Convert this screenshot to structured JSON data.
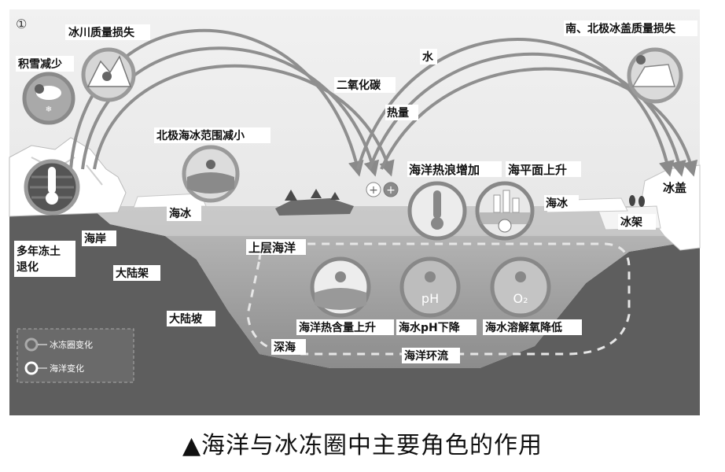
{
  "figure_number": "①",
  "caption": "▲海洋与冰冻圈中主要角色的作用",
  "labels": {
    "snow_decrease": "积雪减少",
    "glacier_mass_loss": "冰川质量损失",
    "arctic_sea_ice_shrink": "北极海冰范围减小",
    "polar_ice_sheet_loss": "南、北极冰盖质量损失",
    "water": "水",
    "co2": "二氧化碳",
    "heat": "热量",
    "marine_heatwave": "海洋热浪增加",
    "sea_level_rise": "海平面上升",
    "sea_ice_left": "海冰",
    "sea_ice_right": "海冰",
    "ice_sheet": "冰盖",
    "ice_shelf": "冰架",
    "permafrost_line1": "多年冻土",
    "permafrost_line2": "退化",
    "coast": "海岸",
    "continental_shelf": "大陆架",
    "upper_ocean": "上层海洋",
    "continental_slope": "大陆坡",
    "deep_sea": "深海",
    "ocean_heat_content": "海洋热含量上升",
    "ph_decrease": "海水pH下降",
    "dissolved_oxygen": "海水溶解氧降低",
    "ocean_circulation": "海洋环流",
    "ph_symbol": "pH",
    "o2_symbol": "O₂"
  },
  "legend": {
    "cryosphere_change": "冰冻圈变化",
    "ocean_change": "海洋变化"
  }
}
